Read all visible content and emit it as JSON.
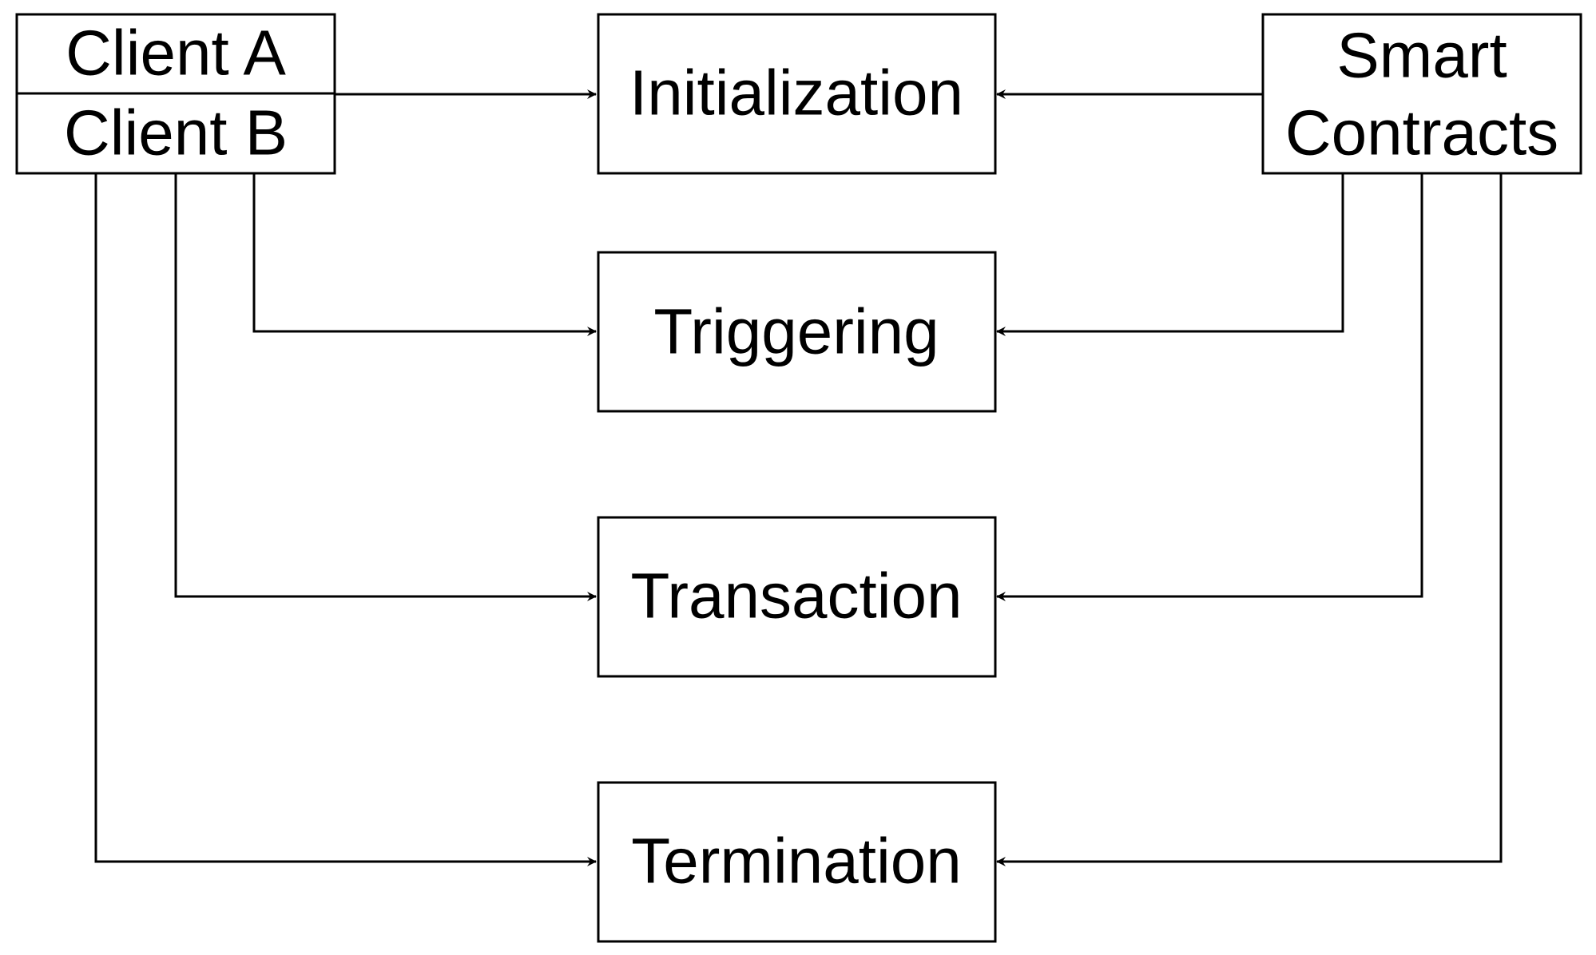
{
  "diagram": {
    "clients": {
      "client_a": "Client A",
      "client_b": "Client B"
    },
    "smart_contracts": {
      "line1": "Smart",
      "line2": "Contracts"
    },
    "stages": {
      "initialization": "Initialization",
      "triggering": "Triggering",
      "transaction": "Transaction",
      "termination": "Termination"
    },
    "edges": [
      {
        "from": "clients",
        "to": "initialization"
      },
      {
        "from": "clients",
        "to": "triggering"
      },
      {
        "from": "clients",
        "to": "transaction"
      },
      {
        "from": "clients",
        "to": "termination"
      },
      {
        "from": "smart_contracts",
        "to": "initialization"
      },
      {
        "from": "smart_contracts",
        "to": "triggering"
      },
      {
        "from": "smart_contracts",
        "to": "transaction"
      },
      {
        "from": "smart_contracts",
        "to": "termination"
      }
    ]
  }
}
